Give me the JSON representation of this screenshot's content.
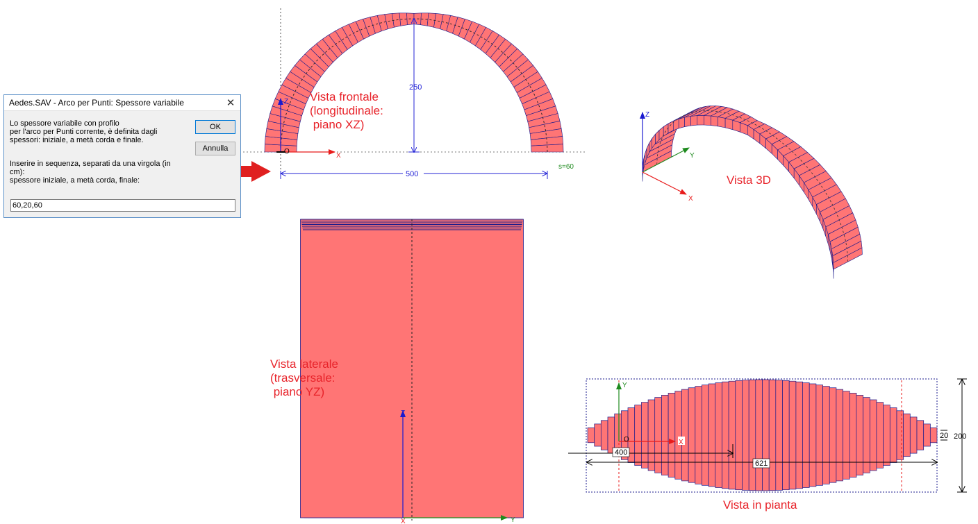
{
  "dialog": {
    "title": "Aedes.SAV - Arco per Punti: Spessore variabile",
    "close_glyph": "✕",
    "description_line1": "Lo spessore variabile con profilo",
    "description_line2": "per l'arco per Punti corrente, è definita dagli",
    "description_line3": "spessori: iniziale, a metà corda e finale.",
    "instruction_line1": "Inserire in sequenza, separati da una virgola (in",
    "instruction_line2": "cm):",
    "instruction_line3": "spessore iniziale, a metà corda, finale:",
    "ok_label": "OK",
    "cancel_label": "Annulla",
    "input_value": "60,20,60"
  },
  "front_view": {
    "label_line1": "Vista frontale",
    "label_line2": "(longitudinale:",
    "label_line3": " piano XZ)",
    "rise_dimension": "250",
    "span_dimension": "500",
    "thickness_note": "s=60",
    "axis_x": "X",
    "axis_z": "Z",
    "origin": "O"
  },
  "view_3d": {
    "label": "Vista 3D",
    "axis_x": "X",
    "axis_y": "Y",
    "axis_z": "Z"
  },
  "side_view": {
    "label_line1": "Vista laterale",
    "label_line2": "(trasversale:",
    "label_line3": " piano YZ)",
    "axis_x": "X",
    "axis_y": "Y",
    "axis_z": "Z"
  },
  "plan_view": {
    "label": "Vista in pianta",
    "dim_400": "400",
    "dim_621": "621",
    "dim_20": "20",
    "dim_200": "200",
    "axis_x": "X",
    "axis_y": "Y",
    "origin": "O"
  },
  "colors": {
    "fill": "#ff7575",
    "edge": "#1a1a8c",
    "dimension": "#2323d6",
    "x_axis": "#e81b1b",
    "y_axis": "#1e8a1e",
    "z_axis": "#1a1ad0",
    "label": "#e8232a",
    "arrow": "#e02020"
  }
}
